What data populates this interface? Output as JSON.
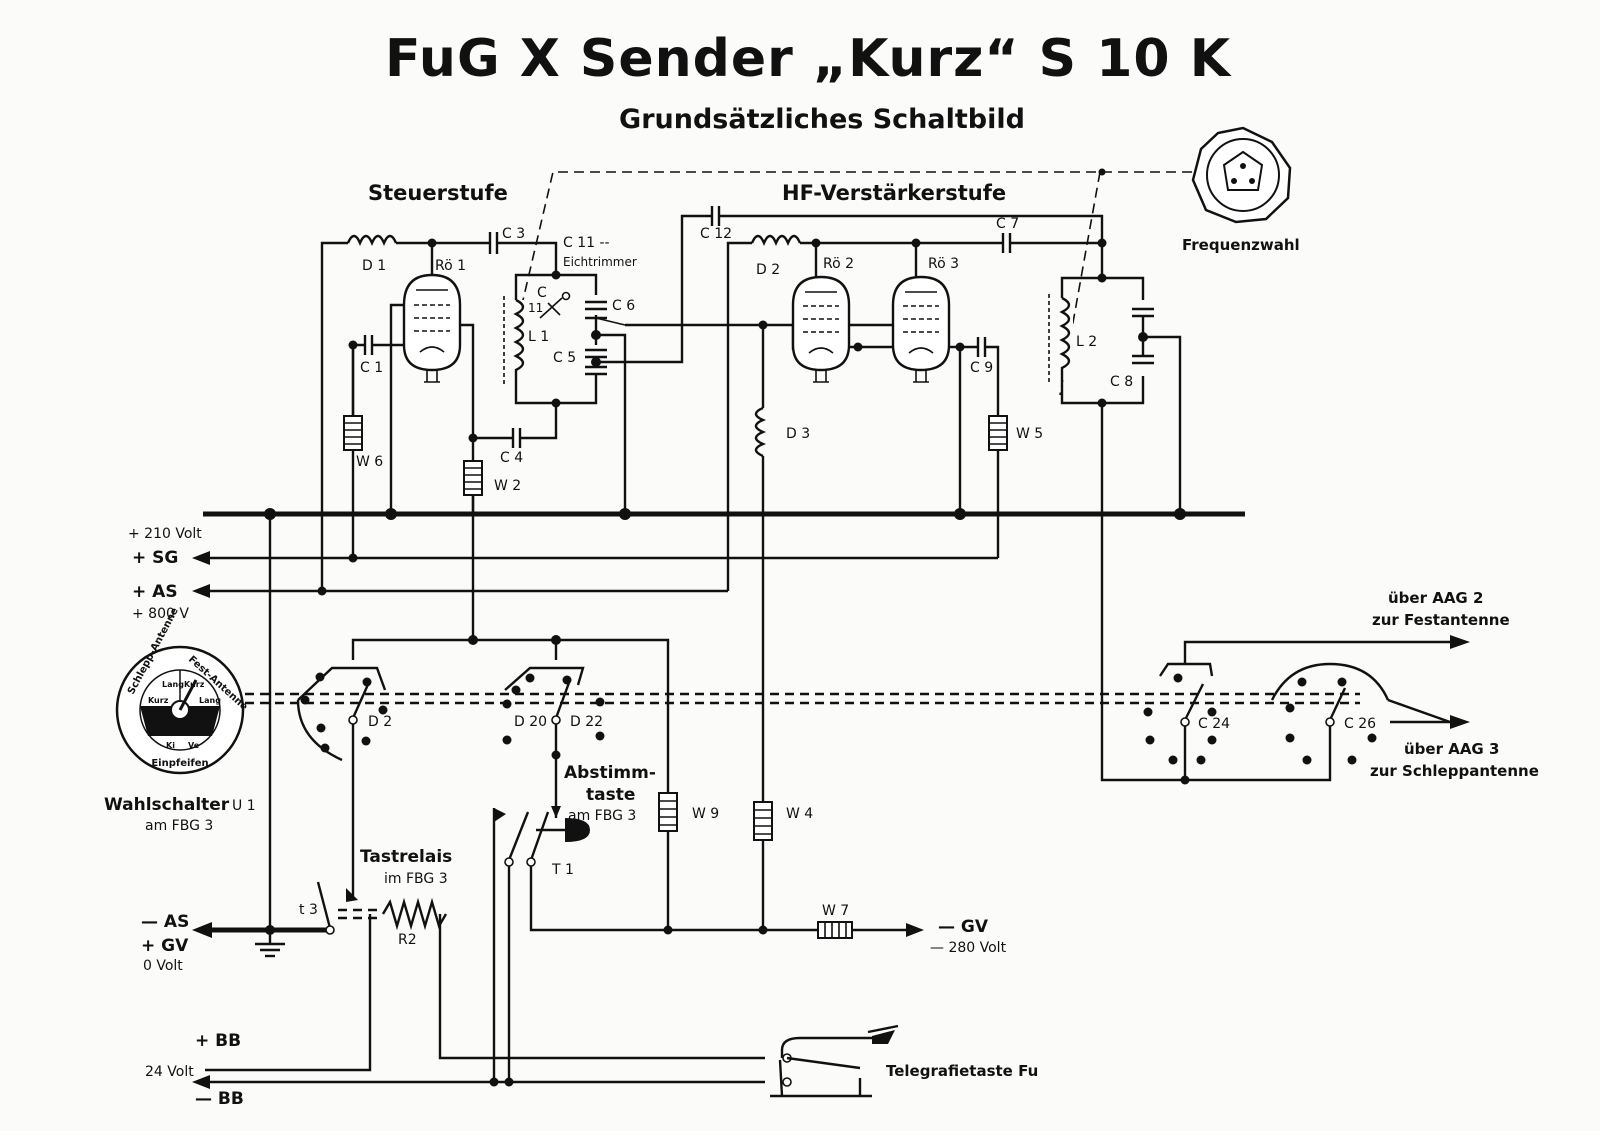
{
  "title": "FuG X Sender „Kurz“ S 10 K",
  "subtitle": "Grundsätzliches Schaltbild",
  "sections": {
    "steuerstufe": "Steuerstufe",
    "hf": "HF-Verstärkerstufe",
    "frequenzwahl": "Frequenzwahl"
  },
  "components": {
    "d1": "D 1",
    "roe1": "Rö 1",
    "c3": "C 3",
    "c11": "C 11 --",
    "eichtrimmer": "Eichtrimmer",
    "c6": "C 6",
    "c5": "C 5",
    "c_small": "C",
    "c11_small": "11",
    "l1": "L 1",
    "c1": "C 1",
    "w6": "W 6",
    "c4": "C 4",
    "w2": "W 2",
    "c12": "C 12",
    "d2": "D 2",
    "roe2": "Rö 2",
    "roe3": "Rö 3",
    "c7": "C 7",
    "l2": "L 2",
    "c8": "C 8",
    "c9": "C 9",
    "d3": "D 3",
    "w5": "W 5",
    "w9": "W 9",
    "w4": "W 4",
    "w7": "W 7",
    "t1": "T 1",
    "t3": "t 3",
    "r2": "R2",
    "sw_d2": "D 2",
    "sw_d20": "D 20",
    "sw_d22": "D 22",
    "sw_c24": "C 24",
    "sw_c26": "C 26"
  },
  "terminals": {
    "v210": "+ 210 Volt",
    "sg": "+ SG",
    "as_plus": "+ AS",
    "v800": "+ 800 V",
    "as_minus": "— AS",
    "gv_plus": "+ GV",
    "v0": "0 Volt",
    "gv_minus": "— GV",
    "v280": "— 280 Volt",
    "bb_plus": "+ BB",
    "v24": "24 Volt",
    "bb_minus": "— BB"
  },
  "labels": {
    "wahlschalter": "Wahlschalter",
    "u1": "U 1",
    "am_fbg3": "am FBG 3",
    "abstimm1": "Abstimm-",
    "abstimm2": "taste",
    "abstimm_fbg": "am FBG 3",
    "tastrelais": "Tastrelais",
    "im_fbg3": "im FBG 3",
    "aag2_1": "über AAG 2",
    "aag2_2": "zur Festantenne",
    "aag3_1": "über AAG 3",
    "aag3_2": "zur Schleppantenne",
    "telegrafie": "Telegrafietaste Fu"
  },
  "dial": {
    "schlepp": "Schlepp-Antenne",
    "fest": "Fest-Antenne",
    "lang1": "Lang",
    "kurz1": "Kurz",
    "kurz2": "Kurz",
    "lang2": "Lang",
    "ki": "Ki",
    "ve": "Ve",
    "einpfeifen": "Einpfeifen"
  }
}
